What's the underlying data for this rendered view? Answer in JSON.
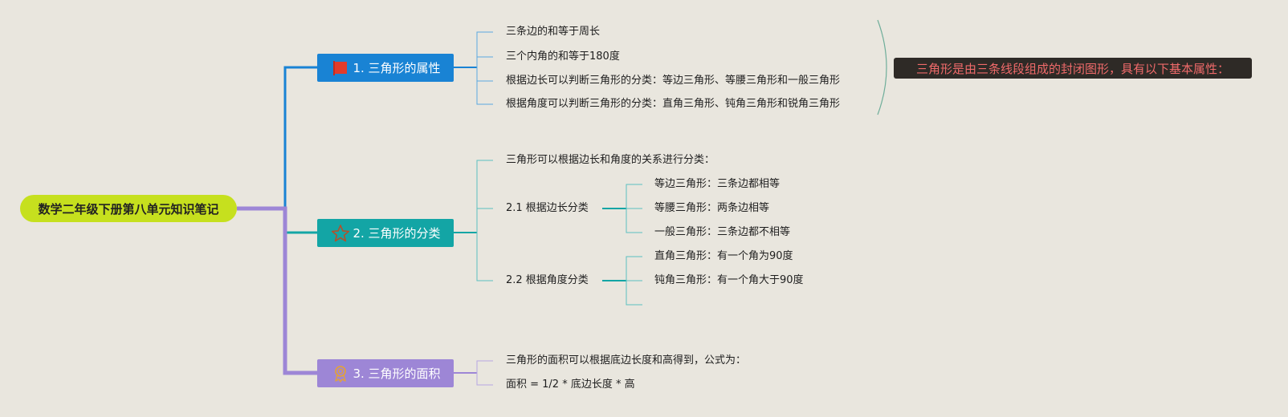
{
  "root": {
    "title": "数学二年级下册第八单元知识笔记"
  },
  "topics": [
    {
      "label": "1. 三角形的属性",
      "icon": "red-flag-icon",
      "color": "#1983d4",
      "items": [
        "三条边的和等于周长",
        "三个内角的和等于180度",
        "根据边长可以判断三角形的分类：等边三角形、等腰三角形和一般三角形",
        "根据角度可以判断三角形的分类：直角三角形、钝角三角形和锐角三角形"
      ],
      "summary": "三角形是由三条线段组成的封闭图形，具有以下基本属性："
    },
    {
      "label": "2. 三角形的分类",
      "icon": "star-icon",
      "color": "#13a5a5",
      "intro": "三角形可以根据边长和角度的关系进行分类：",
      "groups": [
        {
          "label": "2.1 根据边长分类",
          "items": [
            "等边三角形：三条边都相等",
            "等腰三角形：两条边相等",
            "一般三角形：三条边都不相等"
          ]
        },
        {
          "label": "2.2 根据角度分类",
          "items": [
            "直角三角形：有一个角为90度",
            "钝角三角形：有一个角大于90度"
          ]
        }
      ]
    },
    {
      "label": "3. 三角形的面积",
      "icon": "award-ribbon-icon",
      "color": "#9d86d6",
      "items": [
        "三角形的面积可以根据底边长度和高得到，公式为：",
        "面积 = 1/2 * 底边长度 * 高"
      ]
    }
  ]
}
